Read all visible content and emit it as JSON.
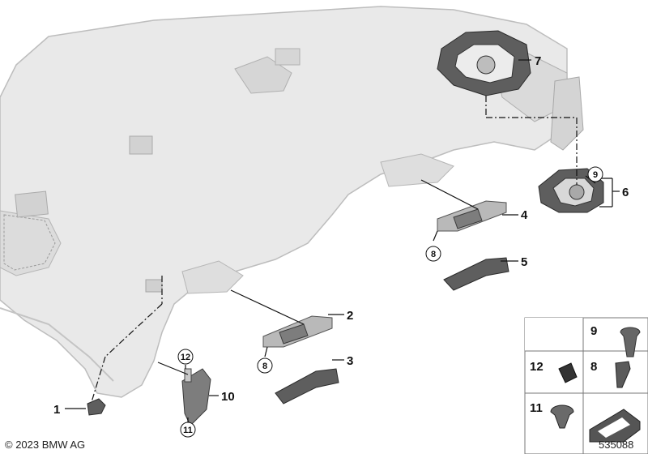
{
  "callouts": {
    "c1": "1",
    "c2": "2",
    "c3": "3",
    "c4": "4",
    "c5": "5",
    "c6": "6",
    "c7": "7",
    "c8a": "8",
    "c8b": "8",
    "c9": "9",
    "c10": "10",
    "c11": "11",
    "c12": "12"
  },
  "legend": {
    "n9": "9",
    "n8": "8",
    "n12": "12",
    "n11": "11"
  },
  "footer": {
    "copyright": "© 2023 BMW AG",
    "diagram_number": "535088"
  },
  "colors": {
    "headliner": "#e9e9e9",
    "part": "#7d7d7d",
    "line": "#111111"
  }
}
